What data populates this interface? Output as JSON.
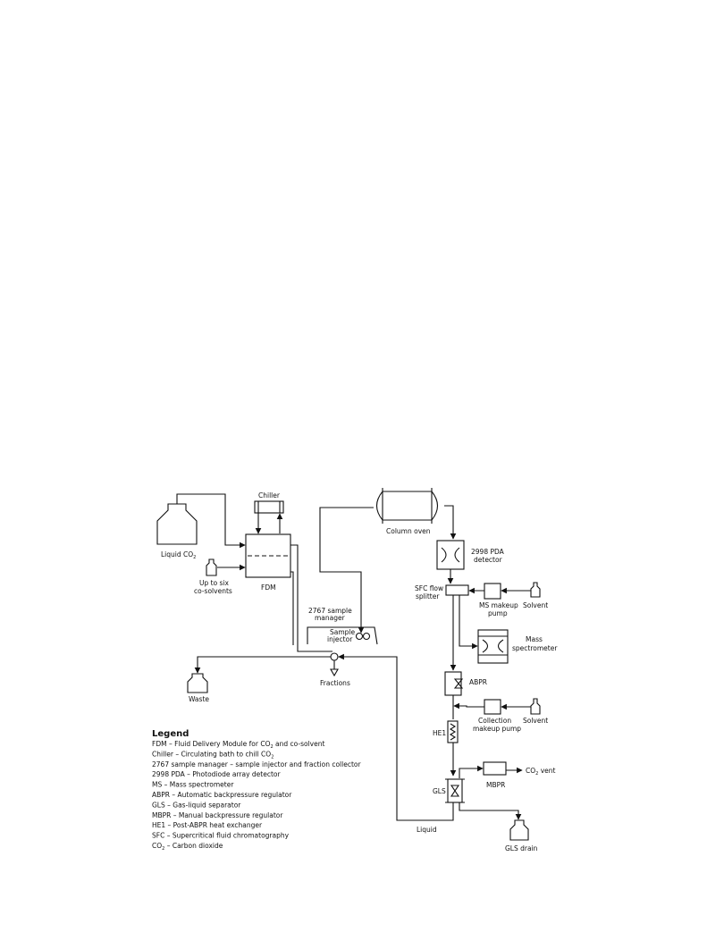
{
  "labels": {
    "liquid_co2": "Liquid CO",
    "liquid_co2_sub": "2",
    "chiller": "Chiller",
    "fdm": "FDM",
    "cosolvents_1": "Up to six",
    "cosolvents_2": "co-solvents",
    "column_oven": "Column oven",
    "pda_1": "2998 PDA",
    "pda_2": "detector",
    "sfc_splitter_1": "SFC flow",
    "sfc_splitter_2": "splitter",
    "ms_pump_1": "MS makeup",
    "ms_pump_2": "pump",
    "solvent_1": "Solvent",
    "mass_spec_1": "Mass",
    "mass_spec_2": "spectrometer",
    "sample_manager_1": "2767 sample",
    "sample_manager_2": "manager",
    "sample_injector_1": "Sample",
    "sample_injector_2": "injector",
    "fractions": "Fractions",
    "waste": "Waste",
    "abpr": "ABPR",
    "collection_pump_1": "Collection",
    "collection_pump_2": "makeup pump",
    "solvent_2": "Solvent",
    "he1": "HE1",
    "mbpr": "MBPR",
    "co2_vent": "CO",
    "co2_vent_sub": "2",
    "co2_vent_tail": " vent",
    "gls": "GLS",
    "liquid": "Liquid",
    "gls_drain": "GLS drain"
  },
  "legend": {
    "title": "Legend",
    "items": [
      {
        "text": "FDM – Fluid Delivery Module for CO",
        "sub": "2",
        "tail": " and co-solvent"
      },
      {
        "text": "Chiller – Circulating bath to chill CO",
        "sub": "2",
        "tail": ""
      },
      {
        "text": "2767 sample manager – sample injector and fraction collector",
        "sub": "",
        "tail": ""
      },
      {
        "text": "2998 PDA – Photodiode array detector",
        "sub": "",
        "tail": ""
      },
      {
        "text": "MS – Mass spectrometer",
        "sub": "",
        "tail": ""
      },
      {
        "text": "ABPR – Automatic backpressure regulator",
        "sub": "",
        "tail": ""
      },
      {
        "text": "GLS – Gas-liquid separator",
        "sub": "",
        "tail": ""
      },
      {
        "text": "MBPR – Manual backpressure regulator",
        "sub": "",
        "tail": ""
      },
      {
        "text": "HE1 – Post-ABPR heat exchanger",
        "sub": "",
        "tail": ""
      },
      {
        "text": "SFC – Supercritical fluid chromatography",
        "sub": "",
        "tail": ""
      },
      {
        "text": "CO",
        "sub": "2",
        "tail": " – Carbon dioxide"
      }
    ]
  }
}
